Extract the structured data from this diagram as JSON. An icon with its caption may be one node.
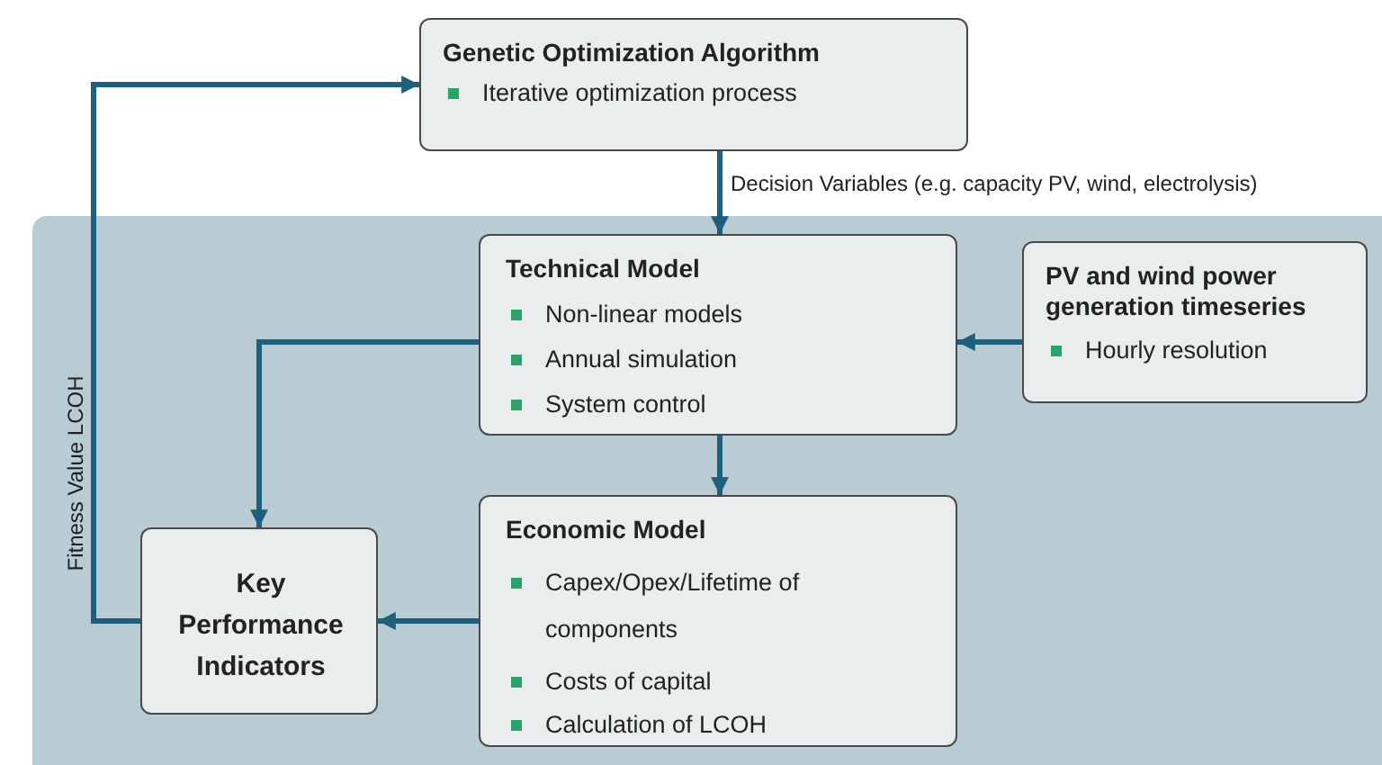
{
  "diagram": {
    "nodes": [
      {
        "text": [
          "Genetic Optimization Algorithm",
          "Iterative optimization process"
        ]
      },
      {
        "text": [
          "Technical Model",
          "Non-linear models",
          "Annual simulation",
          "System control"
        ]
      },
      {
        "text": [
          "PV and wind power generation timeseries",
          "Hourly resolution"
        ]
      },
      {
        "text": [
          "Economic Model",
          "Capex/Opex/Lifetime of components",
          "Costs of capital",
          "Calculation of LCOH"
        ]
      },
      {
        "text": [
          "Key Performance Indicators"
        ]
      }
    ],
    "edges": [
      {
        "from": 0,
        "to": 1,
        "arrow": "to",
        "label": "Decision Variables (e.g. capacity PV, wind, electrolysis)"
      },
      {
        "from": 2,
        "to": 1,
        "arrow": "to"
      },
      {
        "from": 1,
        "to": 4,
        "arrow": "to"
      },
      {
        "from": 1,
        "to": 3,
        "arrow": "to"
      },
      {
        "from": 3,
        "to": 4,
        "arrow": "to"
      },
      {
        "from": 4,
        "to": 0,
        "arrow": "to",
        "label": "Fitness Value LCOH"
      }
    ]
  }
}
